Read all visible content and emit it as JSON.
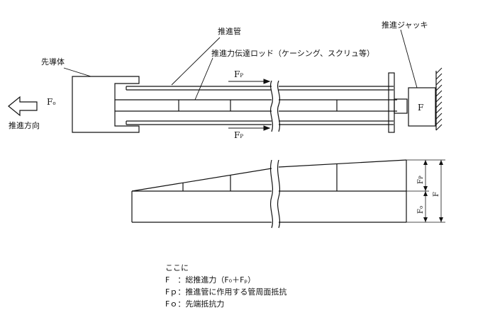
{
  "labels": {
    "leading_body": "先導体",
    "jacking_pipe": "推進管",
    "rod": "推進力伝達ロッド（ケーシング、スクリュ等）",
    "jack": "推進ジャッキ",
    "direction": "推進方向",
    "jack_force": "F"
  },
  "symbols": {
    "fo_main": "F",
    "fo_sub": "o",
    "fp_main": "F",
    "fp_sub": "P",
    "f": "F"
  },
  "legend": {
    "heading": "ここに",
    "line1": "F　：総推進力（F₀＋Fₚ）",
    "line2": "Fｐ：推進管に作用する管周面抵抗",
    "line3": "Fｏ：先端抵抗力"
  }
}
